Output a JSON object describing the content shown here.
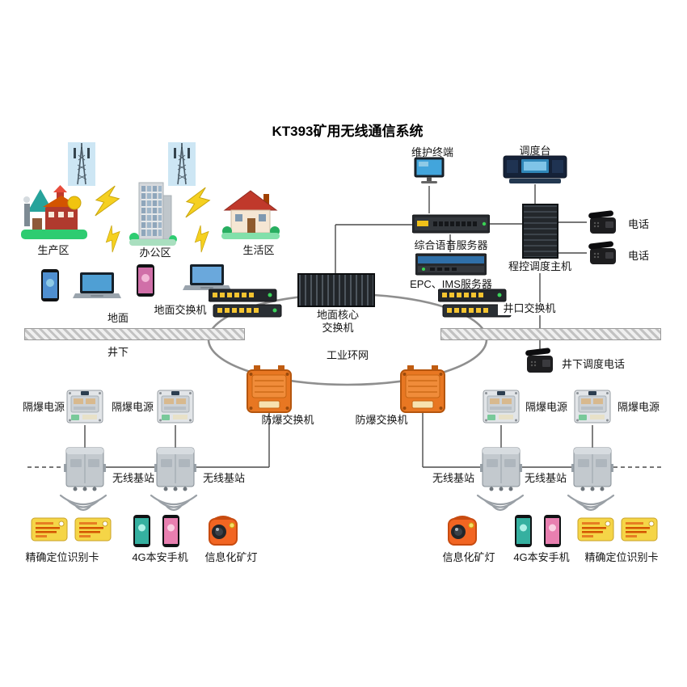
{
  "title": "KT393矿用无线通信系统",
  "nodes": {
    "maintenance_terminal": {
      "label": "维护终端"
    },
    "dispatch_console": {
      "label": "调度台"
    },
    "voice_server": {
      "label": "综合语音服务器"
    },
    "epc_ims_server": {
      "label": "EPC、IMS服务器"
    },
    "dispatch_host": {
      "label": "程控调度主机"
    },
    "telephone_1": {
      "label": "电话"
    },
    "telephone_2": {
      "label": "电话"
    },
    "production_area": {
      "label": "生产区"
    },
    "office_area": {
      "label": "办公区"
    },
    "living_area": {
      "label": "生活区"
    },
    "surface": {
      "label": "地面"
    },
    "underground": {
      "label": "井下"
    },
    "surface_switch": {
      "label": "地面交换机"
    },
    "core_switch": {
      "label_line1": "地面核心",
      "label_line2": "交换机"
    },
    "wellhead_switch": {
      "label": "井口交换机"
    },
    "industrial_ring": {
      "label": "工业环网"
    },
    "underground_dispatch_phone": {
      "label": "井下调度电话"
    },
    "ex_switch_left": {
      "label": "防爆交换机"
    },
    "ex_switch_right": {
      "label": "防爆交换机"
    },
    "flameproof_power_1": {
      "label": "隔爆电源"
    },
    "flameproof_power_2": {
      "label": "隔爆电源"
    },
    "flameproof_power_3": {
      "label": "隔爆电源"
    },
    "flameproof_power_4": {
      "label": "隔爆电源"
    },
    "base_station_1": {
      "label": "无线基站"
    },
    "base_station_2": {
      "label": "无线基站"
    },
    "base_station_3": {
      "label": "无线基站"
    },
    "base_station_4": {
      "label": "无线基站"
    },
    "positioning_card_left": {
      "label": "精确定位识别卡"
    },
    "positioning_card_right": {
      "label": "精确定位识别卡"
    },
    "phone_4g_left": {
      "label": "4G本安手机"
    },
    "phone_4g_right": {
      "label": "4G本安手机"
    },
    "smart_lamp_left": {
      "label": "信息化矿灯"
    },
    "smart_lamp_right": {
      "label": "信息化矿灯"
    }
  },
  "colors": {
    "line": "#4a4a4a",
    "ring": "#8f8f8f",
    "ex_switch_orange": "#e87722",
    "card_yellow": "#f5d547",
    "lamp_orange": "#f26522"
  }
}
